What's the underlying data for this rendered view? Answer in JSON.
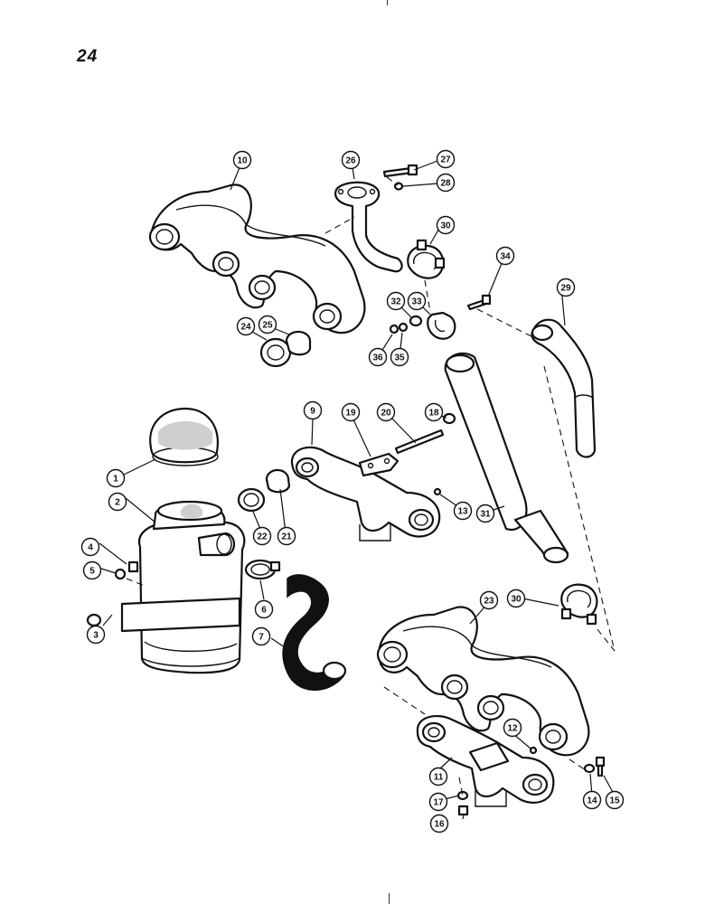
{
  "page_number": "24",
  "callouts": [
    "1",
    "2",
    "3",
    "4",
    "5",
    "6",
    "7",
    "9",
    "10",
    "11",
    "12",
    "13",
    "14",
    "15",
    "16",
    "17",
    "18",
    "19",
    "20",
    "21",
    "22",
    "23",
    "24",
    "25",
    "26",
    "27",
    "28",
    "29",
    "30",
    "30",
    "31",
    "32",
    "33",
    "34",
    "35",
    "36"
  ]
}
